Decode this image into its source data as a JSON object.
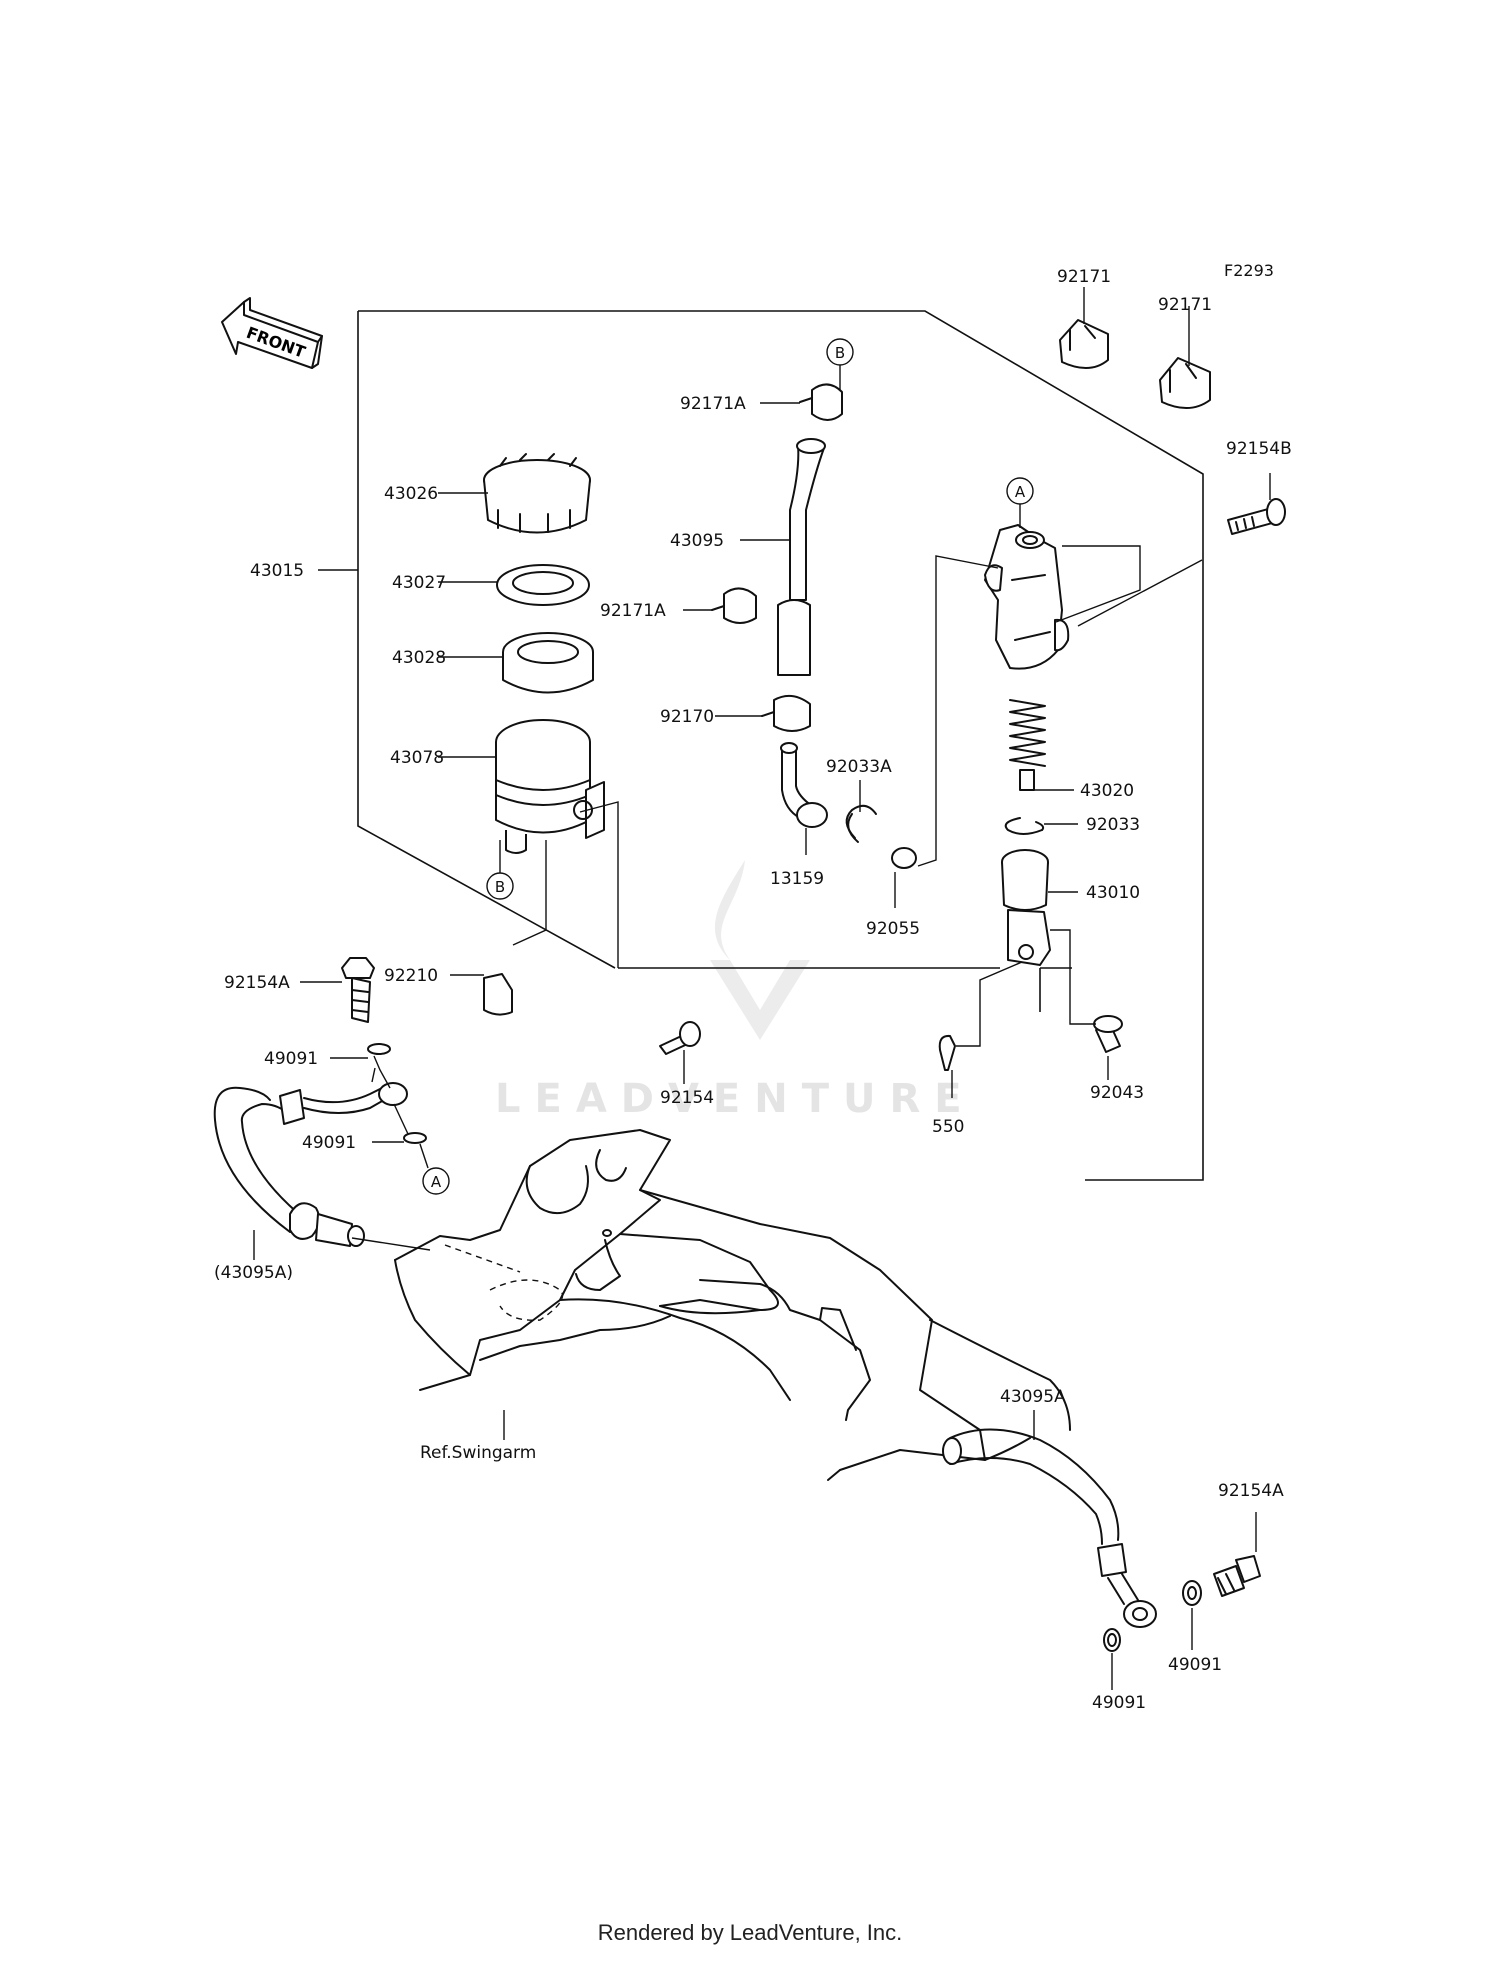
{
  "diagram_code": "F2293",
  "front_arrow_label": "FRONT",
  "watermark": "LEADVENTURE",
  "footer": "Rendered by LeadVenture, Inc.",
  "callout_a": "A",
  "callout_b": "B",
  "parts": {
    "p43015": "43015",
    "p43026": "43026",
    "p43027": "43027",
    "p43028": "43028",
    "p43078": "43078",
    "p92171a_top": "92171A",
    "p43095": "43095",
    "p92171a_mid": "92171A",
    "p92170": "92170",
    "p92033a": "92033A",
    "p13159": "13159",
    "p92055": "92055",
    "p92171_left": "92171",
    "p92171_right": "92171",
    "p92154b": "92154B",
    "p43020": "43020",
    "p92033": "92033",
    "p43010": "43010",
    "p92154a_left": "92154A",
    "p92210": "92210",
    "p49091_top": "49091",
    "p49091_bot": "49091",
    "p92154": "92154",
    "p550": "550",
    "p92043": "92043",
    "p43095a_paren": "(43095A)",
    "ref_swingarm": "Ref.Swingarm",
    "p43095a": "43095A",
    "p92154a_right": "92154A",
    "p49091_r1": "49091",
    "p49091_r2": "49091"
  }
}
